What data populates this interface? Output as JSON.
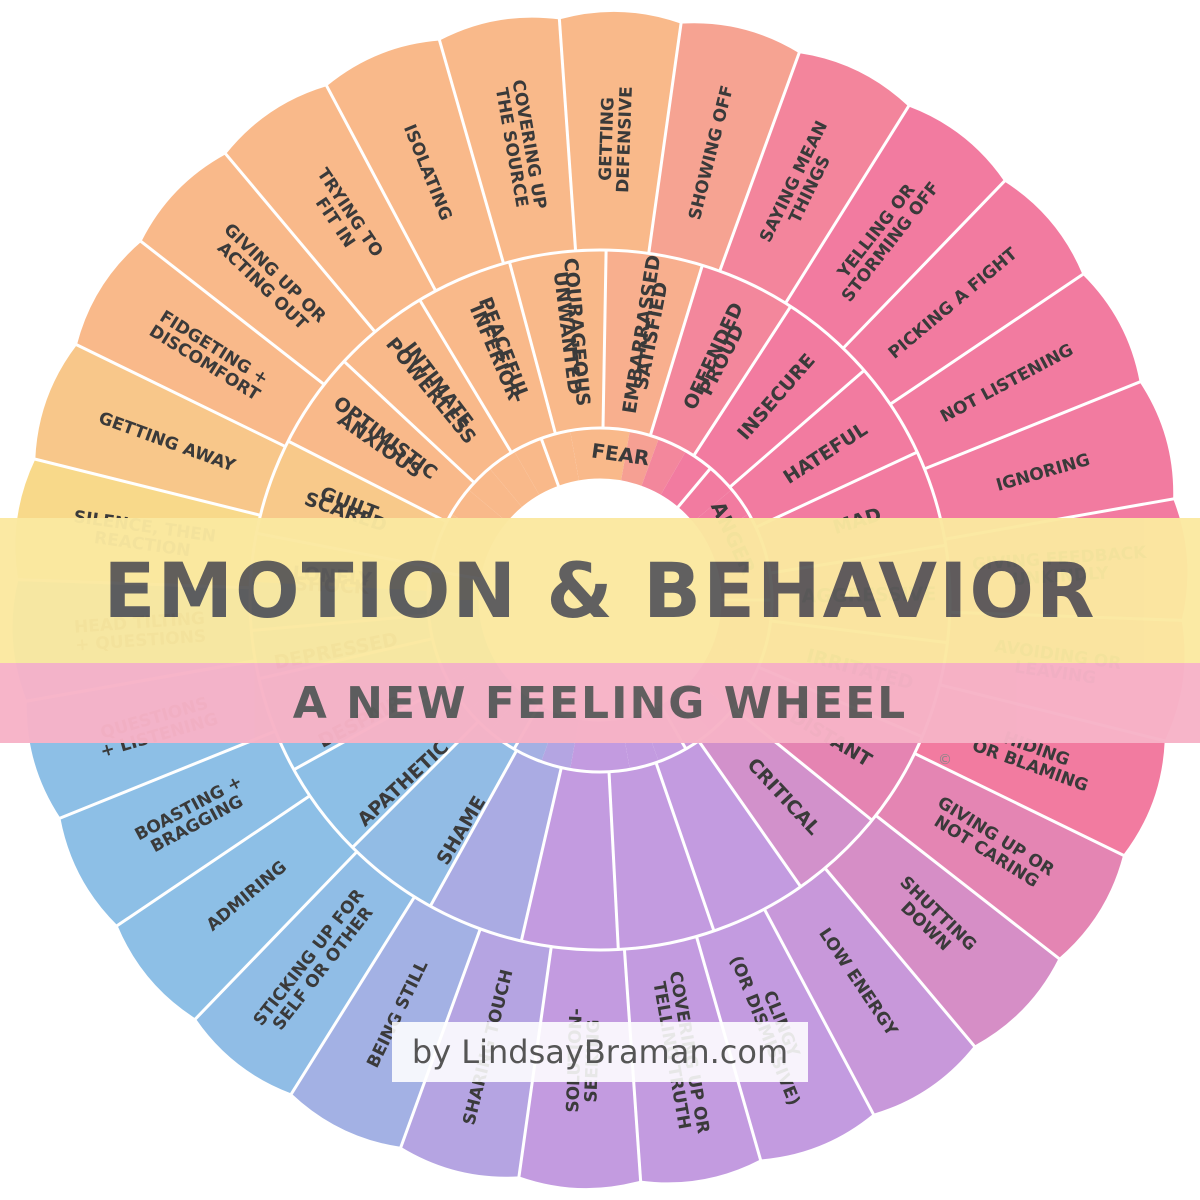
{
  "title": "EMOTION & BEHAVIOR",
  "subtitle": "A NEW FEELING WHEEL",
  "credit": "by LindsayBraman.com",
  "copyright_mark": "©",
  "colors": {
    "fear": "#f9b98a",
    "anger": "#f27ba0",
    "disgust": "#c39be0",
    "sad": "#8dbfe6",
    "happy": "#8fd99a",
    "surprise": "#f7e48a",
    "center_ring": "#ffffff",
    "lines": "#ffffff",
    "text": "#3a3a3a"
  },
  "wheel": {
    "core": [
      {
        "label": "FEAR",
        "angle": -82
      },
      {
        "label": "ANGER",
        "angle": -25
      }
    ],
    "emotions": [
      {
        "label": "SHOCK",
        "angle": -177
      },
      {
        "label": "SCARED",
        "angle": -161
      },
      {
        "label": "ANXIOUS",
        "angle": -145
      },
      {
        "label": "POWERLESS",
        "angle": -129
      },
      {
        "label": "INFERIOR",
        "angle": -113
      },
      {
        "label": "UNWANTED",
        "angle": -97
      },
      {
        "label": "EMBARRASSED",
        "angle": -81
      },
      {
        "label": "OFFENDED",
        "angle": -65
      },
      {
        "label": "INSECURE",
        "angle": -49
      },
      {
        "label": "HATEFUL",
        "angle": -33
      },
      {
        "label": "MAD",
        "angle": -17
      },
      {
        "label": "AGGRESSIVE",
        "angle": -1
      },
      {
        "label": "IRRITATED",
        "angle": 15
      },
      {
        "label": "DISTANT",
        "angle": 31
      },
      {
        "label": "CRITICAL",
        "angle": 47
      },
      {
        "label": "SHAME",
        "angle": 121
      },
      {
        "label": "APATHETIC",
        "angle": 137
      },
      {
        "label": "DESPAIR",
        "angle": 153
      },
      {
        "label": "DEPRESSED",
        "angle": 169
      },
      {
        "label": "LONELY",
        "angle": 185
      },
      {
        "label": "GUILT",
        "angle": 201
      },
      {
        "label": "OPTIMISTIC",
        "angle": 217
      },
      {
        "label": "INTIMATE",
        "angle": 233
      },
      {
        "label": "PEACEFUL",
        "angle": 249
      },
      {
        "label": "COURAGEOUS",
        "angle": 265
      },
      {
        "label": "SATISFIED",
        "angle": 281
      },
      {
        "label": "PROUD",
        "angle": 297
      }
    ],
    "behaviors": [
      [
        "HEAD TILTING",
        "+ QUESTIONS"
      ],
      [
        "SILENCE, THEN",
        "REACTION"
      ],
      [
        "GETTING AWAY"
      ],
      [
        "FIDGETING +",
        "DISCOMFORT"
      ],
      [
        "GIVING UP OR",
        "ACTING OUT"
      ],
      [
        "TRYING TO",
        "FIT IN"
      ],
      [
        "ISOLATING"
      ],
      [
        "COVERING UP",
        "THE SOURCE"
      ],
      [
        "GETTING",
        "DEFENSIVE"
      ],
      [
        "SHOWING OFF"
      ],
      [
        "SAYING MEAN",
        "THINGS"
      ],
      [
        "YELLING OR",
        "STORMING OFF"
      ],
      [
        "PICKING A FIGHT"
      ],
      [
        "NOT LISTENING"
      ],
      [
        "IGNORING"
      ],
      [
        "GIVING FEEDBACK",
        "UNKINDLY"
      ],
      [
        "AVOIDING OR",
        "LEAVING"
      ],
      [
        "HIDING",
        "OR BLAMING"
      ],
      [
        "GIVING UP OR",
        "NOT CARING"
      ],
      [
        "SHUTTING",
        "DOWN"
      ],
      [
        "LOW ENERGY"
      ],
      [
        "CLINGY",
        "(OR DISMISSIVE)"
      ],
      [
        "COVERING UP OR",
        "TELLING TRUTH"
      ],
      [
        "SOLUTION-",
        "SEEKING"
      ],
      [
        "SHARING TOUCH"
      ],
      [
        "BEING STILL"
      ],
      [
        "STICKING UP FOR",
        "SELF OR OTHER"
      ],
      [
        "ADMIRING"
      ],
      [
        "BOASTING +",
        "BRAGGING"
      ],
      [
        "QUESTIONS",
        "+ LISTENING"
      ]
    ]
  }
}
